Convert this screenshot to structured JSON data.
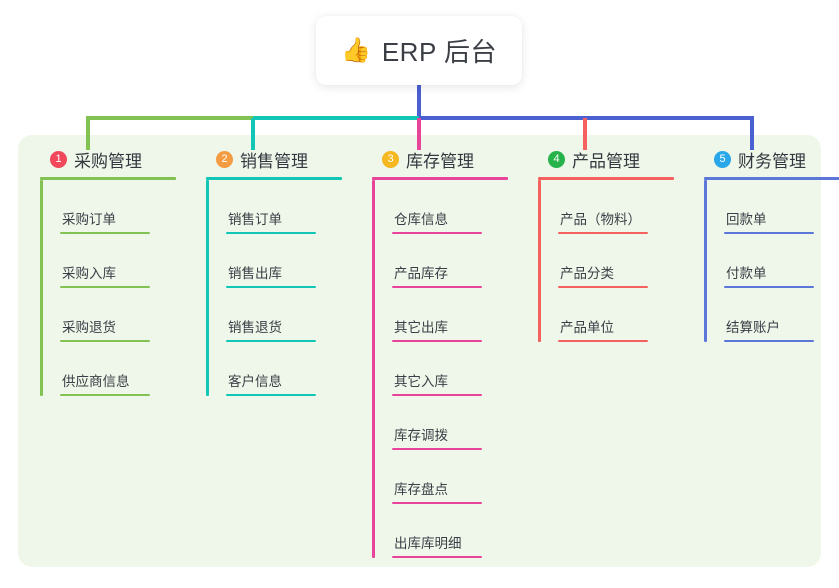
{
  "root": {
    "title": "ERP 后台",
    "icon": "thumbs-up-icon",
    "icon_glyph": "👍"
  },
  "colors": {
    "panel_bg": "#eef7e9",
    "page_bg": "#ffffff",
    "green": "#82c252",
    "teal": "#11c6b4",
    "pink": "#e8589e",
    "red": "#f4615e",
    "blue": "#5b77d8",
    "indigo": "#4a5fd0",
    "magenta": "#e8449a",
    "badge1": "#f2485b",
    "badge2": "#f59b42",
    "badge3": "#f5b820",
    "badge4": "#26b34a",
    "badge5": "#2aa7e8",
    "text": "#3a3f47"
  },
  "columns": [
    {
      "index": "1",
      "badge_color": "#f2485b",
      "line_color": "#82c252",
      "title": "采购管理",
      "items": [
        "采购订单",
        "采购入库",
        "采购退货",
        "供应商信息"
      ]
    },
    {
      "index": "2",
      "badge_color": "#f59b42",
      "line_color": "#11c6b4",
      "title": "销售管理",
      "items": [
        "销售订单",
        "销售出库",
        "销售退货",
        "客户信息"
      ]
    },
    {
      "index": "3",
      "badge_color": "#f5b820",
      "line_color": "#e8449a",
      "title": "库存管理",
      "items": [
        "仓库信息",
        "产品库存",
        "其它出库",
        "其它入库",
        "库存调拨",
        "库存盘点",
        "出库库明细"
      ]
    },
    {
      "index": "4",
      "badge_color": "#26b34a",
      "line_color": "#f4615e",
      "title": "产品管理",
      "items": [
        "产品（物料）",
        "产品分类",
        "产品单位"
      ]
    },
    {
      "index": "5",
      "badge_color": "#2aa7e8",
      "line_color": "#5b77d8",
      "title": "财务管理",
      "items": [
        "回款单",
        "付款单",
        "结算账户"
      ]
    }
  ]
}
